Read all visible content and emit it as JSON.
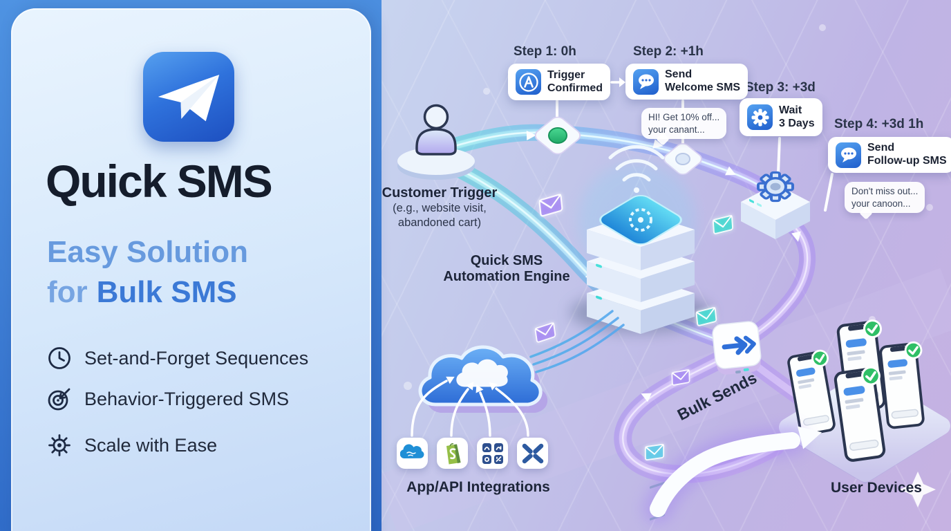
{
  "left_panel": {
    "title": "Quick SMS",
    "subtitle_line1": "Easy Solution",
    "subtitle_line2_prefix": "for",
    "subtitle_line2_emphasis": "Bulk SMS",
    "features": [
      {
        "icon": "clock-icon",
        "label": "Set-and-Forget Sequences"
      },
      {
        "icon": "target-icon",
        "label": "Behavior-Triggered SMS"
      },
      {
        "icon": "gear-icon",
        "label": "Scale with Ease"
      }
    ]
  },
  "diagram": {
    "steps": [
      {
        "header": "Step 1: 0h",
        "icon": "app-store-icon",
        "line1": "Trigger",
        "line2": "Confirmed"
      },
      {
        "header": "Step 2: +1h",
        "icon": "chat-bubble-icon",
        "line1": "Send",
        "line2": "Welcome SMS"
      },
      {
        "header": "Step 3: +3d",
        "icon": "gear-icon",
        "line1": "Wait",
        "line2": "3 Days"
      },
      {
        "header": "Step 4: +3d 1h",
        "icon": "chat-bubble-icon",
        "line1": "Send",
        "line2": "Follow-up SMS"
      }
    ],
    "tooltips": [
      {
        "line1": "HI! Get 10% off...",
        "line2": "your canant..."
      },
      {
        "line1": "Don't miss out...",
        "line2": "your canoon..."
      }
    ],
    "customer_trigger": {
      "title": "Customer Trigger",
      "subtitle_line1": "(e.g., website visit,",
      "subtitle_line2": "abandoned cart)"
    },
    "engine": {
      "line1": "Quick SMS",
      "line2": "Automation Engine"
    },
    "integrations_label": "App/API Integrations",
    "bulk_sends_label": "Bulk Sends",
    "user_devices_label": "User Devices"
  },
  "colors": {
    "brand_blue": "#2f72dc",
    "navy_text": "#1b2232",
    "panel_light_blue": "#d6e8fb",
    "frame_blue": "#3d7fd0",
    "teal_flow": "#3fe0dc",
    "purple_flow": "#a685f4",
    "success_green": "#2fbf66",
    "lavender_bg": "#bfb4e5"
  }
}
